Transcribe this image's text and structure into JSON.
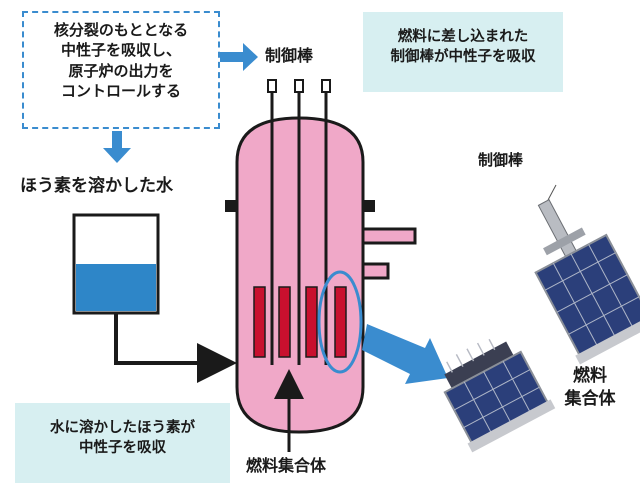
{
  "note_top_left": {
    "lines": [
      "核分裂のもととなる",
      "中性子を吸収し、",
      "原子炉の出力を",
      "コントロールする"
    ]
  },
  "label_control_rod_top": "制御棒",
  "note_top_right": {
    "lines": [
      "燃料に差し込まれた",
      "制御棒が中性子を吸収"
    ]
  },
  "label_boron_water": "ほう素を溶かした水",
  "note_bottom_left": {
    "lines": [
      "水に溶かしたほう素が",
      "中性子を吸収"
    ]
  },
  "label_fuel_assembly_bottom": "燃料集合体",
  "label_control_rod_photo": "制御棒",
  "label_fuel_assembly_photo": {
    "lines": [
      "燃料",
      "集合体"
    ]
  },
  "colors": {
    "vessel_pink": "#f0a8c8",
    "fuel_red": "#c8102e",
    "water_blue": "#2e86c8",
    "arrow_blue": "#3a8ccf",
    "note_bg": "#d7eff1",
    "ellipse_blue": "#3a8ccf"
  }
}
